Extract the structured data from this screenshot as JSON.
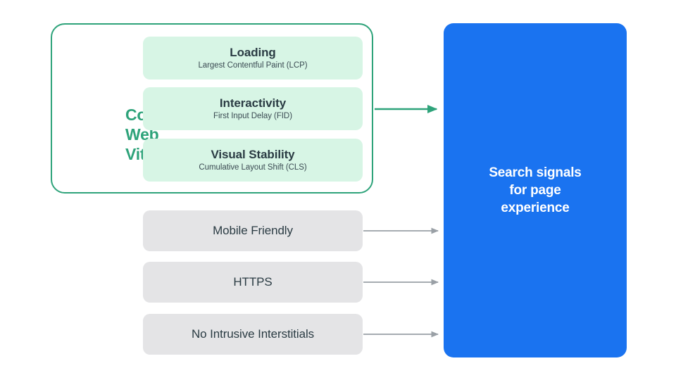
{
  "diagram": {
    "title": "Search signals for page experience",
    "core_web_vitals": {
      "group_label": "Core Web Vitals",
      "border_color": "#2EA37A",
      "label_color": "#2EA37A",
      "chip_background": "#D7F5E5",
      "metrics": [
        {
          "id": "loading",
          "title": "Loading",
          "subtitle": "Largest Contentful Paint (LCP)"
        },
        {
          "id": "interactivity",
          "title": "Interactivity",
          "subtitle": "First Input Delay (FID)"
        },
        {
          "id": "visual-stability",
          "title": "Visual Stability",
          "subtitle": "Cumulative Layout Shift (CLS)"
        }
      ]
    },
    "other_signals": {
      "chip_background": "#E4E4E6",
      "items": [
        {
          "id": "mobile-friendly",
          "label": "Mobile Friendly"
        },
        {
          "id": "https",
          "label": "HTTPS"
        },
        {
          "id": "no-intrusive-interstitials",
          "label": "No Intrusive Interstitials"
        }
      ]
    },
    "destination": {
      "id": "search-signals-for-page-experience",
      "label": "Search signals\nfor page\nexperience",
      "line1": "Search signals",
      "line2": "for page",
      "line3": "experience",
      "background": "#1A73F0",
      "text_color": "#FFFFFF"
    },
    "connectors": [
      {
        "id": "core-web-vitals-arrow",
        "from": "core-web-vitals",
        "to": "search-signals-for-page-experience",
        "color": "#2EA37A"
      },
      {
        "id": "mobile-friendly-arrow",
        "from": "mobile-friendly",
        "to": "search-signals-for-page-experience",
        "color": "#9AA0A6"
      },
      {
        "id": "https-arrow",
        "from": "https",
        "to": "search-signals-for-page-experience",
        "color": "#9AA0A6"
      },
      {
        "id": "no-intrusive-interstitials-arrow",
        "from": "no-intrusive-interstitials",
        "to": "search-signals-for-page-experience",
        "color": "#9AA0A6"
      }
    ]
  }
}
